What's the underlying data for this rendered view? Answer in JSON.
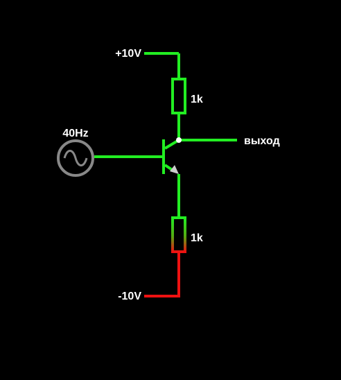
{
  "circuit": {
    "supply_positive": {
      "label": "+10V"
    },
    "supply_negative": {
      "label": "-10V"
    },
    "source": {
      "label": "40Hz",
      "icon": "ac-source-icon"
    },
    "collector_resistor": {
      "label": "1k"
    },
    "emitter_resistor": {
      "label": "1k"
    },
    "output": {
      "label": "выход"
    }
  },
  "colors": {
    "background": "#000000",
    "wire_active": "#22ee22",
    "wire_negative": "#ee1111",
    "source_ring": "#888888",
    "label": "#ffffff",
    "junction_dot": "#ffffff",
    "emitter_arrow": "#cccccc"
  }
}
